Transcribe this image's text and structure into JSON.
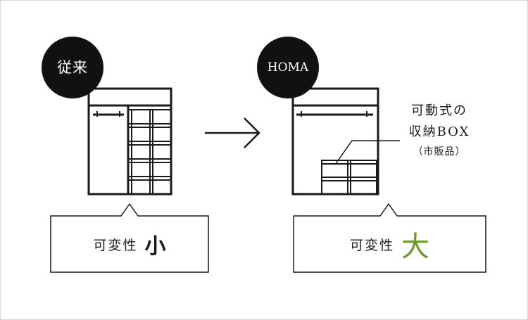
{
  "conventional": {
    "badge_label": "従来",
    "bubble_word": "可変性",
    "bubble_size": "小"
  },
  "homa": {
    "badge_label": "HOMA",
    "bubble_word": "可変性",
    "bubble_size": "大",
    "annotation_line1": "可動式の",
    "annotation_line2": "収納BOX",
    "annotation_line3": "（市販品）"
  },
  "colors": {
    "line": "#1a1a1a",
    "badge_bg": "#111111",
    "accent_green": "#6b9a2a",
    "frame_border": "#d7d7d7"
  },
  "icons": {
    "arrow": "arrow-right-icon",
    "closet": "closet-icon"
  }
}
